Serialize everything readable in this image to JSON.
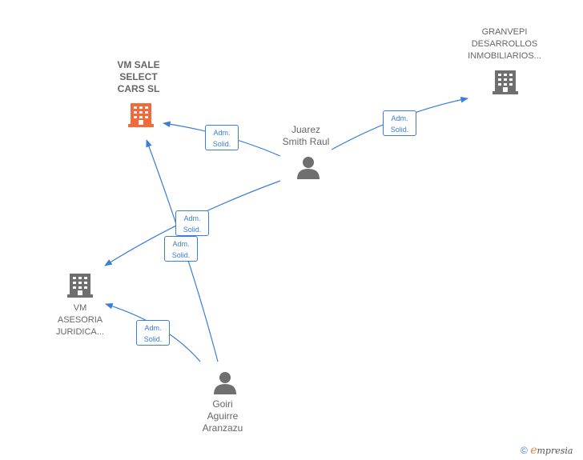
{
  "nodes": {
    "vm_sale": {
      "lines": [
        "VM SALE",
        "SELECT",
        "CARS  SL"
      ],
      "type": "company",
      "color": "#f26a3a"
    },
    "granvepi": {
      "lines": [
        "GRANVEPI",
        "DESARROLLOS",
        "INMOBILIARIOS..."
      ],
      "type": "company",
      "color": "#6f6f6f"
    },
    "vm_asesoria": {
      "lines": [
        "VM",
        "ASESORIA",
        "JURIDICA..."
      ],
      "type": "company",
      "color": "#6f6f6f"
    },
    "juarez": {
      "lines": [
        "Juarez",
        "Smith Raul"
      ],
      "type": "person",
      "color": "#6f6f6f"
    },
    "goiri": {
      "lines": [
        "Goiri",
        "Aguirre",
        "Aranzazu"
      ],
      "type": "person",
      "color": "#6f6f6f"
    }
  },
  "edges": [
    {
      "badge": [
        "Adm.",
        "Solid."
      ]
    },
    {
      "badge": [
        "Adm.",
        "Solid."
      ]
    },
    {
      "badge": [
        "Adm.",
        "Solid."
      ]
    },
    {
      "badge": [
        "Adm.",
        "Solid."
      ]
    },
    {
      "badge": [
        "Adm.",
        "Solid."
      ]
    }
  ],
  "edge_color": "#3b7dd8",
  "brand": {
    "copyright": "©",
    "first_letter": "e",
    "name": "mpresia"
  }
}
